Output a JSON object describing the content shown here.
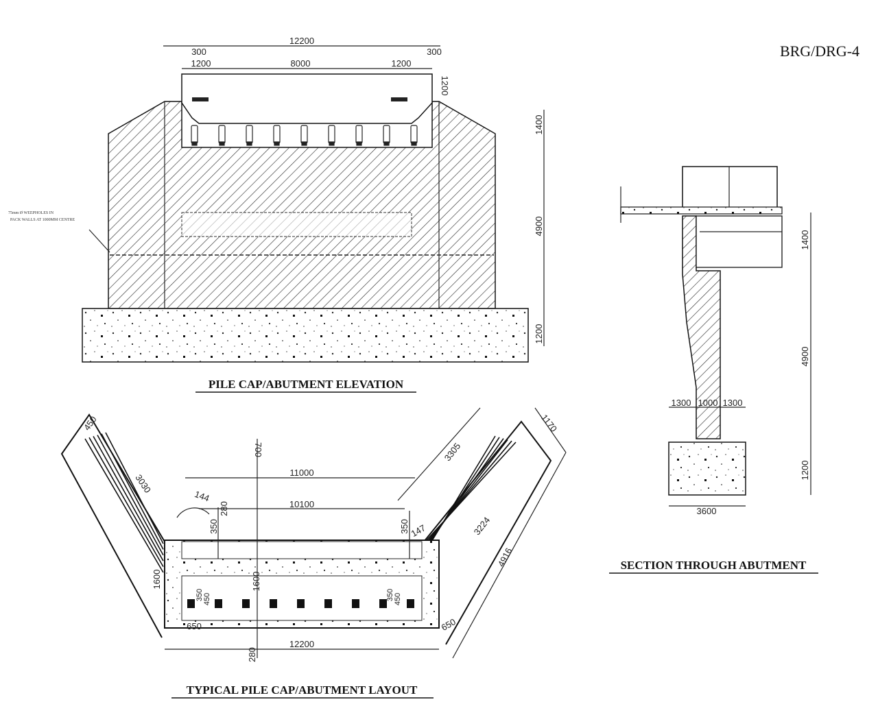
{
  "drawing_number": "BRG/DRG-4",
  "elevation": {
    "title": "PILE CAP/ABUTMENT ELEVATION",
    "dims": {
      "overall": "12200",
      "left_edge": "300",
      "right_edge": "300",
      "left_kerb": "1200",
      "carriageway": "8000",
      "right_kerb": "1200",
      "deck_depth": "1200",
      "h_top": "1400",
      "h_wall": "4900",
      "h_footing": "1200"
    },
    "note_line1": "75mm Ø WEEPHOLES IN",
    "note_line2": "PACK WALLS AT 1000MM CENTRE"
  },
  "section": {
    "title": "SECTION THROUGH ABUTMENT",
    "dims": {
      "toe": "1300",
      "stem": "1000",
      "heel": "1300",
      "footing_width": "3600",
      "h_top": "1400",
      "h_wall": "4900",
      "h_footing": "1200"
    }
  },
  "layout": {
    "title": "TYPICAL PILE CAP/ABUTMENT LAYOUT",
    "dims": {
      "wing_thk_left": "450",
      "wing_len_left": "3030",
      "angle": "144",
      "offset_left": "350",
      "offset2_left": "280",
      "projection": "700",
      "outer": "11000",
      "inner": "10100",
      "width_left": "1600",
      "width_center": "1600",
      "pile_edge_a_left": "350",
      "pile_edge_b_left": "450",
      "pile_edge_a_right": "350",
      "pile_edge_b_right": "450",
      "end_left": "650",
      "end_right": "650",
      "overall": "12200",
      "bottom": "280",
      "wing_len_right": "3305",
      "wing_thk_right": "1170",
      "wing_inner_right": "3224",
      "wing_outer_right": "4916",
      "offset_right": "350",
      "angle_right": "147"
    }
  }
}
